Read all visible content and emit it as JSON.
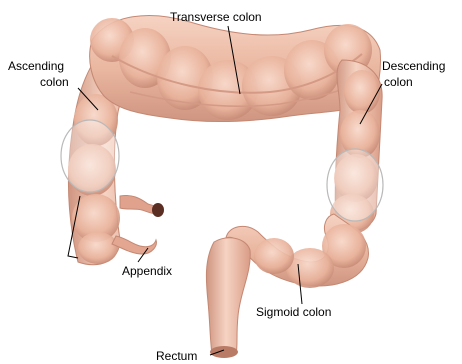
{
  "labels": {
    "transverse_colon": "Transverse colon",
    "ascending_colon_line1": "Ascending",
    "ascending_colon_line2": "colon",
    "descending_colon_line1": "Descending",
    "descending_colon_line2": "colon",
    "appendix": "Appendix",
    "sigmoid_colon": "Sigmoid colon",
    "rectum": "Rectum"
  },
  "colors": {
    "tissue_base": "#eab7a0",
    "tissue_light": "#f6d3c3",
    "tissue_shadow": "#c98d78",
    "highlight_circle_fill": "#ffffff",
    "highlight_circle_stroke": "#b9b9b9",
    "pointer_line": "#000000"
  }
}
